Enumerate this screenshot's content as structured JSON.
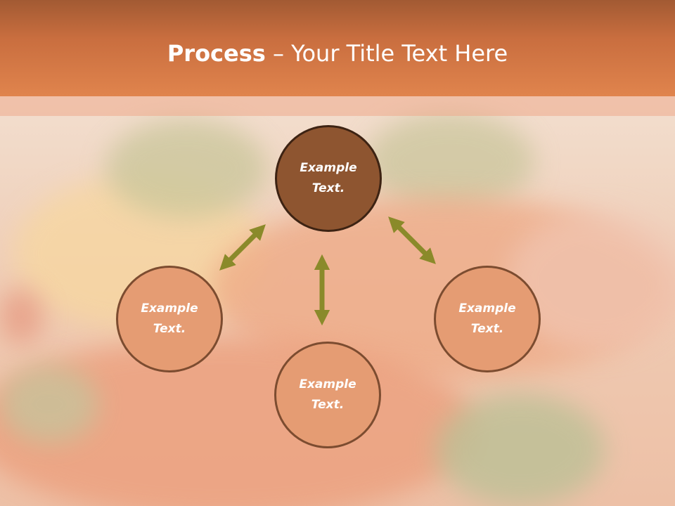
{
  "slide": {
    "title_bold": "Process",
    "title_rest": " – Your Title Text Here"
  },
  "diagram": {
    "center": {
      "label": "Example Text."
    },
    "nodes": [
      {
        "label": "Example Text."
      },
      {
        "label": "Example Text."
      },
      {
        "label": "Example Text."
      }
    ]
  },
  "colors": {
    "header": "#d9804b",
    "center_fill": "#8e5530",
    "outer_fill": "#e59c73",
    "arrow": "#8a8a2a"
  }
}
